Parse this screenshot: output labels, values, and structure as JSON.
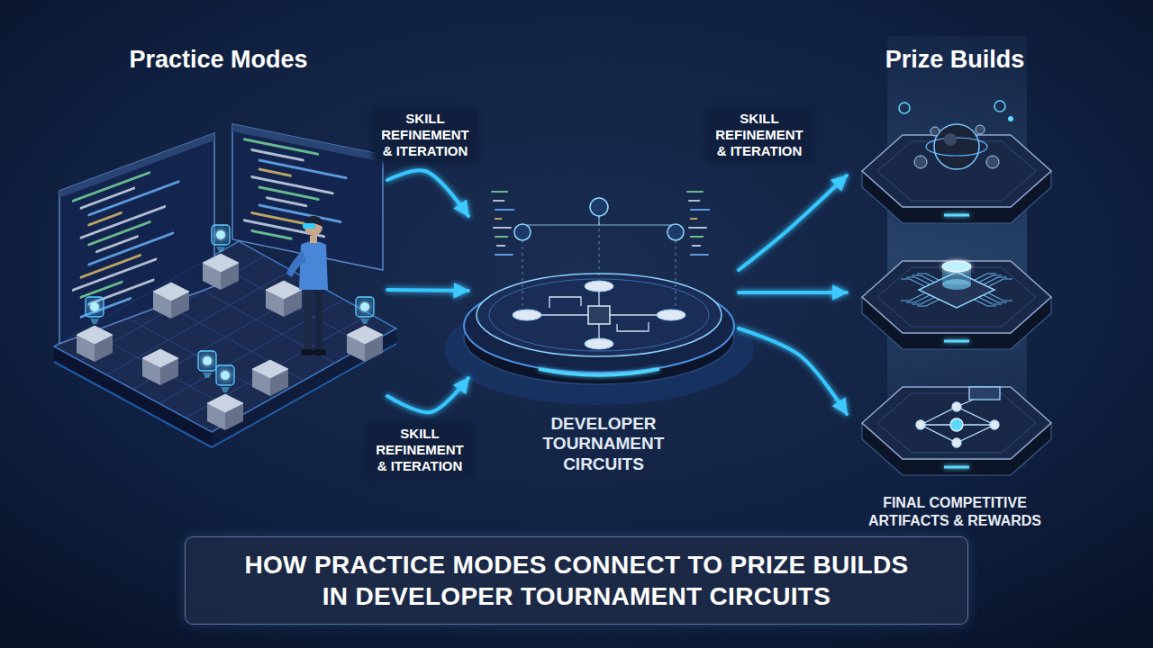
{
  "diagram": {
    "title": "HOW PRACTICE MODES CONNECT TO PRIZE BUILDS IN DEVELOPER TOURNAMENT CIRCUITS",
    "nodes": [
      {
        "text": [
          "Practice Modes"
        ]
      },
      {
        "text": [
          "DEVELOPER TOURNAMENT CIRCUITS"
        ]
      },
      {
        "text": [
          "Prize Builds",
          "FINAL COMPETITIVE ARTIFACTS & REWARDS"
        ]
      }
    ],
    "edges": [
      {
        "from": 0,
        "to": 1,
        "arrow": "to",
        "label": "SKILL REFINEMENT & ITERATION"
      },
      {
        "from": 0,
        "to": 1,
        "arrow": "to"
      },
      {
        "from": 0,
        "to": 1,
        "arrow": "to",
        "label": "SKILL REFINEMENT & ITERATION"
      },
      {
        "from": 1,
        "to": 2,
        "arrow": "to",
        "label": "SKILL REFINEMENT & ITERATION"
      },
      {
        "from": 1,
        "to": 2,
        "arrow": "to"
      },
      {
        "from": 1,
        "to": 2,
        "arrow": "to"
      }
    ]
  }
}
